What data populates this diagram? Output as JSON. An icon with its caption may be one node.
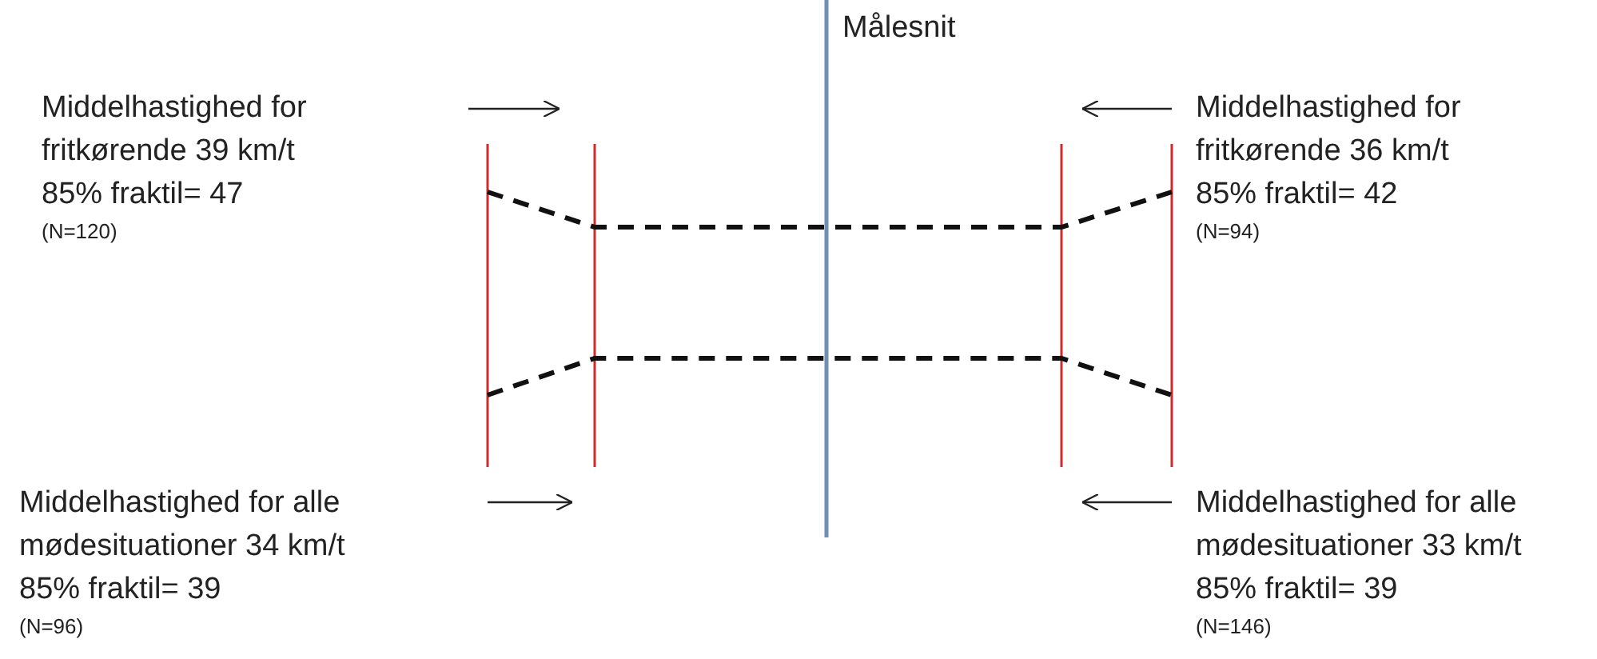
{
  "diagram": {
    "labels": [
      "Målesnit",
      "Middelhastighed for fritkørende 39 km/t",
      "85% fraktil= 47",
      "(N=120)",
      "Middelhastighed for fritkørende 36 km/t",
      "85% fraktil= 42",
      "(N=94)",
      "Middelhastighed for alle mødesituationer 34 km/t",
      "85% fraktil= 39",
      "(N=96)",
      "Middelhastighed for alle mødesituationer 33 km/t",
      "85% fraktil= 39",
      "(N=146)"
    ]
  }
}
